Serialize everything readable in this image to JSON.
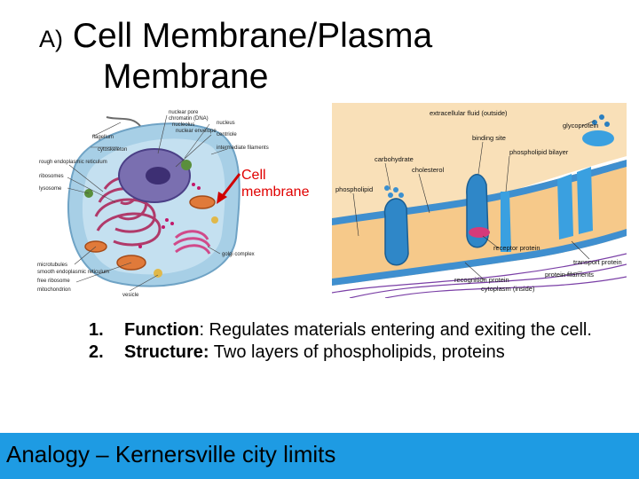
{
  "title": {
    "letter": "A)",
    "line1": "Cell Membrane/Plasma",
    "line2": "Membrane"
  },
  "cell_figure": {
    "callout": [
      "Cell",
      "membrane"
    ],
    "labels": {
      "nuclear_pore": "nuclear pore",
      "chromatin": "chromatin (DNA)",
      "nucleolus": "nucleolus",
      "nuclear_envelope": "nuclear envelope",
      "nucleus": "nucleus",
      "centriole": "centriole",
      "flagellum": "flagellum",
      "intermediate_filaments": "intermediate filaments",
      "cytoskeleton": "cytoskeleton",
      "rough_er": "rough endoplasmic reticulum",
      "ribosomes": "ribosomes",
      "lysosome": "lysosome",
      "microtubules": "microtubules",
      "smooth_er": "smooth endoplasmic reticulum",
      "free_ribosome": "free ribosome",
      "mitochondrion": "mitochondrion",
      "golgi": "golgi complex",
      "vesicle": "vesicle"
    }
  },
  "membrane_figure": {
    "labels": {
      "extracellular": "extracellular fluid (outside)",
      "glycoprotein": "glycoprotein",
      "binding_site": "binding site",
      "phospholipid_bilayer": "phospholipid bilayer",
      "carbohydrate": "carbohydrate",
      "cholesterol": "cholesterol",
      "phospholipid": "phospholipid",
      "receptor_protein": "receptor protein",
      "transport_protein": "transport protein",
      "protein_filaments": "protein filaments",
      "recognition_protein": "recognition protein",
      "cytoplasm": "cytoplasm (inside)"
    }
  },
  "list": [
    {
      "number": "1.",
      "keyword": "Function",
      "rest": ":  Regulates materials entering and exiting the cell."
    },
    {
      "number": "2.",
      "keyword": "Structure:",
      "rest": "  Two layers of phospholipids, proteins"
    }
  ],
  "footer": {
    "text": "Analogy – Kernersville city limits",
    "color": "#1e9be3"
  }
}
